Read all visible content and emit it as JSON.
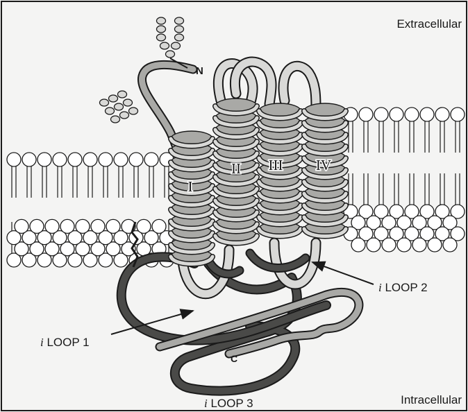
{
  "labels": {
    "extracellular": "Extracellular",
    "intracellular": "Intracellular",
    "n_terminus": "N",
    "c_terminus": "C",
    "helices": [
      "I",
      "II",
      "III",
      "IV"
    ],
    "loop_prefix": "i",
    "loop1": "LOOP 1",
    "loop2": "LOOP 2",
    "loop3": "LOOP 3"
  },
  "colors": {
    "background": "#f4f4f3",
    "outline": "#1a1a1a",
    "helix_light": "#d9d9d7",
    "helix_mid": "#a9a9a6",
    "loop_dark": "#4a4a48",
    "lipid_head": "#ffffff"
  },
  "icons": [
    "glycan-tree-icon",
    "lipid-bilayer",
    "transmembrane-helix",
    "arrow"
  ]
}
